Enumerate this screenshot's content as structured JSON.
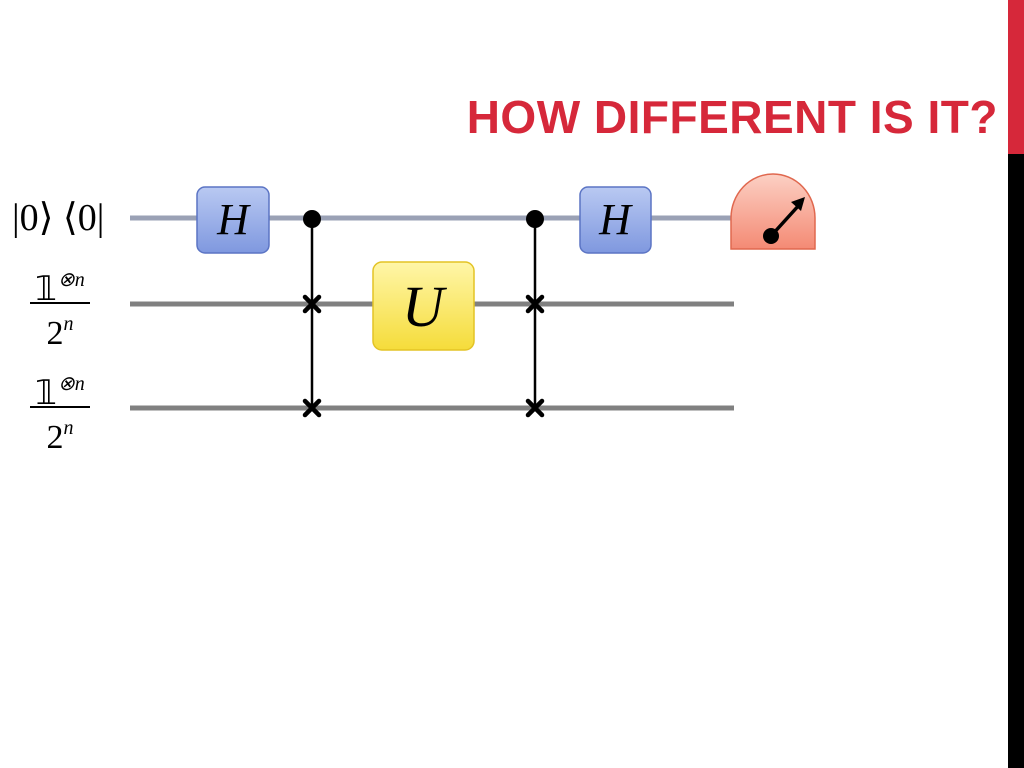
{
  "slide": {
    "title": "HOW DIFFERENT IS IT?",
    "colors": {
      "title": "#d6283a",
      "accent_bar_top": "#d6283a",
      "accent_bar_bottom": "#000000",
      "control_wire": "#9aa1b5",
      "target_wires": "#808080",
      "hadamard_fill": "#8ea6e6",
      "unitary_fill": "#f8e34a",
      "meter_fill": "#f79a86"
    }
  },
  "circuit": {
    "inputs": {
      "control_state": "|0⟩ ⟨0|",
      "mixed_state_1": {
        "numerator": "𝟙",
        "numerator_exp": "⊗n",
        "denominator": "2",
        "denominator_exp": "n"
      },
      "mixed_state_2": {
        "numerator": "𝟙",
        "numerator_exp": "⊗n",
        "denominator": "2",
        "denominator_exp": "n"
      }
    },
    "gates": {
      "hadamard_1": "H",
      "unitary": "U",
      "hadamard_2": "H"
    },
    "controlled_swaps": 2,
    "meter_icon": "measurement-meter-icon"
  }
}
